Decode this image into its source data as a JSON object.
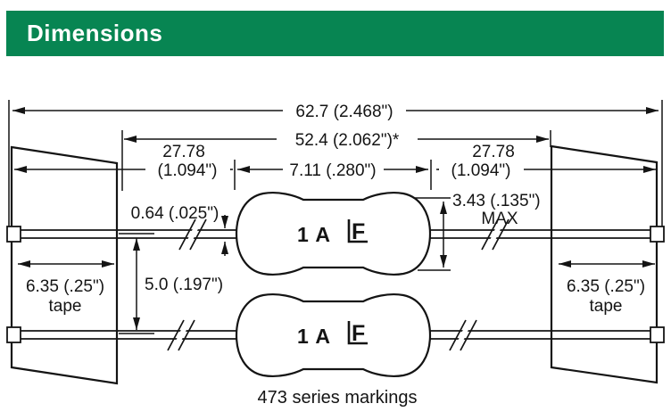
{
  "header": {
    "title": "Dimensions"
  },
  "colors": {
    "accent_green": "#078552",
    "ink": "#141414",
    "background": "#ffffff"
  },
  "dims": {
    "overall": "62.7 (2.468\")",
    "span_inner": "52.4 (2.062\")*",
    "lead_left_mm": "27.78",
    "lead_left_in": "(1.094\")",
    "body_length": "7.11 (.280\")",
    "lead_right_mm": "27.78",
    "lead_right_in": "(1.094\")",
    "body_dia": "3.43 (.135\")",
    "body_dia_qual": "MAX",
    "wire_dia": "0.64 (.025\")",
    "pitch": "5.0 (.197\")"
  },
  "tape": {
    "width_label": "6.35 (.25\")",
    "name": "tape"
  },
  "fuse": {
    "current_marking": "1 A",
    "logo_letter": "F"
  },
  "caption": "473 series markings"
}
